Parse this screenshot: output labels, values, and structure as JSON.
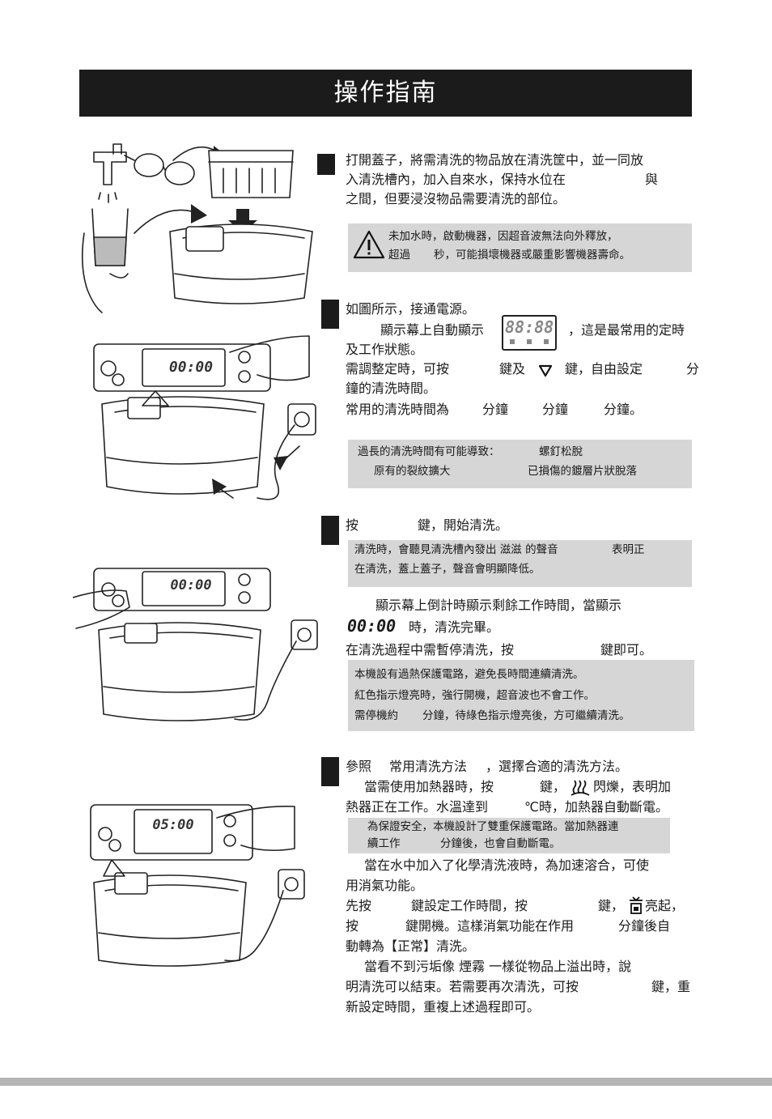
{
  "header": {
    "title": "操作指南"
  },
  "step1": {
    "lines": [
      "打開蓋子，將需清洗的物品放在清洗筐中，並一同放",
      "入清洗槽內，加入自來水，保持水位在",
      "與",
      "之間，但要浸沒物品需要清洗的部位。"
    ],
    "warning": [
      "未加水時，啟動機器，因超音波無法向外釋放，",
      "超過",
      "秒，可能損壞機器或嚴重影響機器壽命。"
    ]
  },
  "step2": {
    "line1": "如圖所示，接通電源。",
    "line2a": "顯示幕上自動顯示",
    "line2b": "，這是最常用的定時",
    "line3": "及工作狀態。",
    "line4a": "需調整定時，可按",
    "line4b": "鍵及",
    "line4c": "鍵，自由設定",
    "line4d": "分",
    "line5": "鐘的清洗時間。",
    "line6a": "常用的清洗時間為",
    "line6b": "分鐘",
    "line6c": "分鐘",
    "line6d": "分鐘。",
    "note_line1a": "過長的清洗時間有可能導致：",
    "note_line1b": "螺釘松脫",
    "note_line2a": "原有的裂紋擴大",
    "note_line2b": "已損傷的鍍層片狀脫落",
    "display_digits": "88:88",
    "panel_digits": "00:00"
  },
  "step3": {
    "line1a": "按",
    "line1b": "鍵，開始清洗。",
    "note1": [
      "清洗時，會聽見清洗槽內發出 滋滋 的聲音",
      "表明正",
      "在清洗，蓋上蓋子，聲音會明顯降低。"
    ],
    "line2": "顯示幕上倒計時顯示剩餘工作時間，當顯示",
    "line3_digits": "00:00",
    "line3_text": "時，清洗完畢。",
    "line4a": "在清洗過程中需暫停清洗，按",
    "line4b": "鍵即可。",
    "note2": [
      "本機設有過熱保護電路，避免長時間連續清洗。",
      "紅色指示燈亮時，強行開機，超音波也不會工作。",
      "需停機約",
      "分鐘，待綠色指示燈亮後，方可繼續清洗。"
    ],
    "panel_digits": "00:00"
  },
  "step4": {
    "line1a": "參照",
    "line1b": "常用清洗方法",
    "line1c": "，選擇合適的清洗方法。",
    "line2a": "當需使用加熱器時，按",
    "line2b": "鍵，",
    "line2c": "閃爍，表明加",
    "line3a": "熱器正在工作。水溫達到",
    "line3b": "℃時，加熱器自動斷電。",
    "note": [
      "為保證安全，本機設計了雙重保護電路。當加熱器連",
      "續工作",
      "分鐘後，也會自動斷電。"
    ],
    "line4": "當在水中加入了化學清洗液時，為加速溶合，可使",
    "line5": "用消氣功能。",
    "line6a": "先按",
    "line6b": "鍵設定工作時間，按",
    "line6c": "鍵，",
    "line6d": "亮起，",
    "line7a": "按",
    "line7b": "鍵開機。這樣消氣功能在作用",
    "line7c": "分鐘後自",
    "line8": "動轉為【正常】清洗。",
    "line9": "當看不到污垢像 煙霧 一樣從物品上溢出時，說",
    "line10a": "明清洗可以結束。若需要再次清洗，可按",
    "line10b": "鍵，重",
    "line11": "新設定時間，重複上述過程即可。",
    "panel_digits": "05:00"
  }
}
